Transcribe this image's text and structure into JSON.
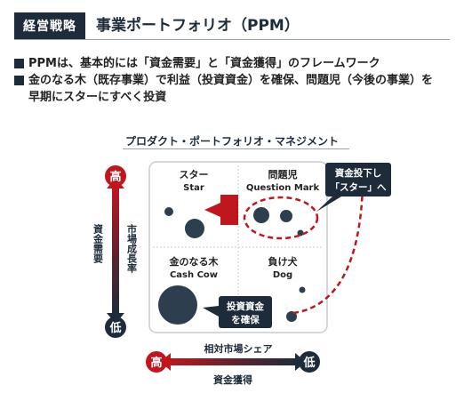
{
  "header": {
    "tag": "経営戦略",
    "title": "事業ポートフォリオ（PPM）"
  },
  "bullets": [
    "PPMは、基本的には「資金需要」と「資金獲得」のフレームワーク",
    "金のなる木（既存事業）で利益（投資資金）を確保、問題児（今後の事業）を",
    "早期にスターにすべく投資"
  ],
  "diagram": {
    "title": "プロダクト・ポートフォリオ・マネジメント",
    "quadrants": {
      "star_jp": "スター",
      "star_en": "Star",
      "question_jp": "問題児",
      "question_en": "Question Mark",
      "cow_jp": "金のなる木",
      "cow_en": "Cash Cow",
      "dog_jp": "負け犬",
      "dog_en": "Dog"
    },
    "y_axis": {
      "high": "高",
      "low": "低",
      "label_inner": "市場成長率",
      "label_outer": "資金需要"
    },
    "x_axis": {
      "high": "高",
      "low": "低",
      "label_top": "相対市場シェア",
      "label_bottom": "資金獲得"
    },
    "callout_invest_line1": "資金投下し",
    "callout_invest_line2": "「スター」へ",
    "callout_secure_line1": "投資資金",
    "callout_secure_line2": "を確保"
  },
  "colors": {
    "navy": "#1e2b3a",
    "red": "#c0171e",
    "bubble": "#2d3e4e",
    "grid": "#c8ccd0"
  }
}
